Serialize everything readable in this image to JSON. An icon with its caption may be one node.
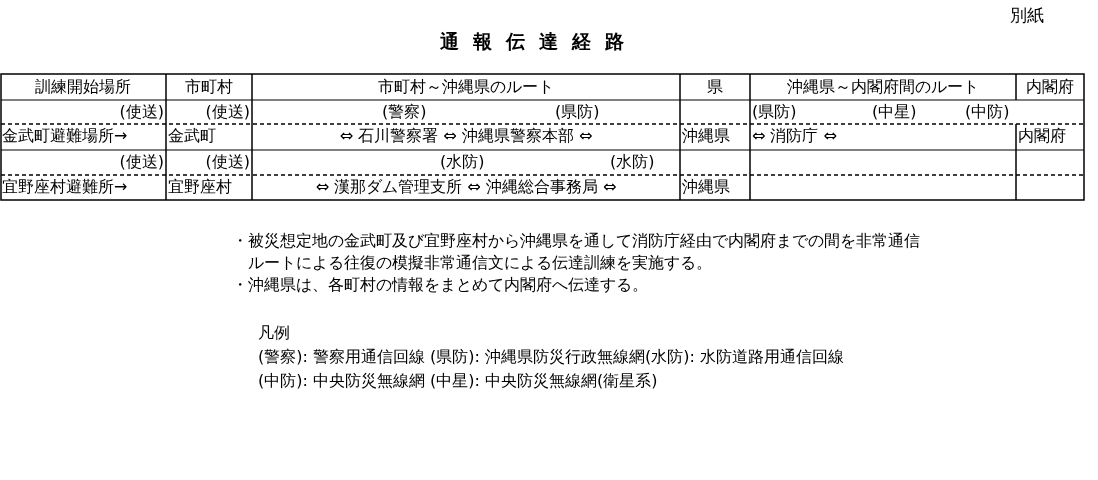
{
  "diagram": {
    "title": "通報伝達経路",
    "labels": [
      "別紙",
      "訓練開始場所",
      "市町村",
      "市町村～沖縄県のルート",
      "県",
      "沖縄県～内閣府間のルート",
      "内閣府",
      "(使送)",
      "(使送)",
      "(警察)",
      "(県防)",
      "(県防)",
      "(中星)",
      "(中防)",
      "金武町避難場所→",
      "金武町",
      "⇔ 石川警察署 ⇔ 沖縄県警察本部 ⇔",
      "沖縄県",
      "⇔ 消防庁 ⇔",
      "内閣府",
      "(使送)",
      "(使送)",
      "(水防)",
      "(水防)",
      "宜野座村避難所→",
      "宜野座村",
      "⇔ 漢那ダム管理支所 ⇔ 沖縄総合事務局 ⇔",
      "沖縄県",
      "・被災想定地の金武町及び宜野座村から沖縄県を通して消防庁経由で内閣府までの間を非常通信ルートによる往復の模擬非常通信文による伝達訓練を実施する。",
      "・沖縄県は、各町村の情報をまとめて内閣府へ伝達する。",
      "凡例"
    ],
    "legend": [
      {
        "text": "(警察): 警察用通信回線"
      },
      {
        "text": "(県防): 沖縄県防災行政無線網"
      },
      {
        "text": "(水防): 水防道路用通信回線"
      },
      {
        "text": "(中防): 中央防災無線網"
      },
      {
        "text": "(中星): 中央防災無線網(衛星系)"
      }
    ]
  }
}
